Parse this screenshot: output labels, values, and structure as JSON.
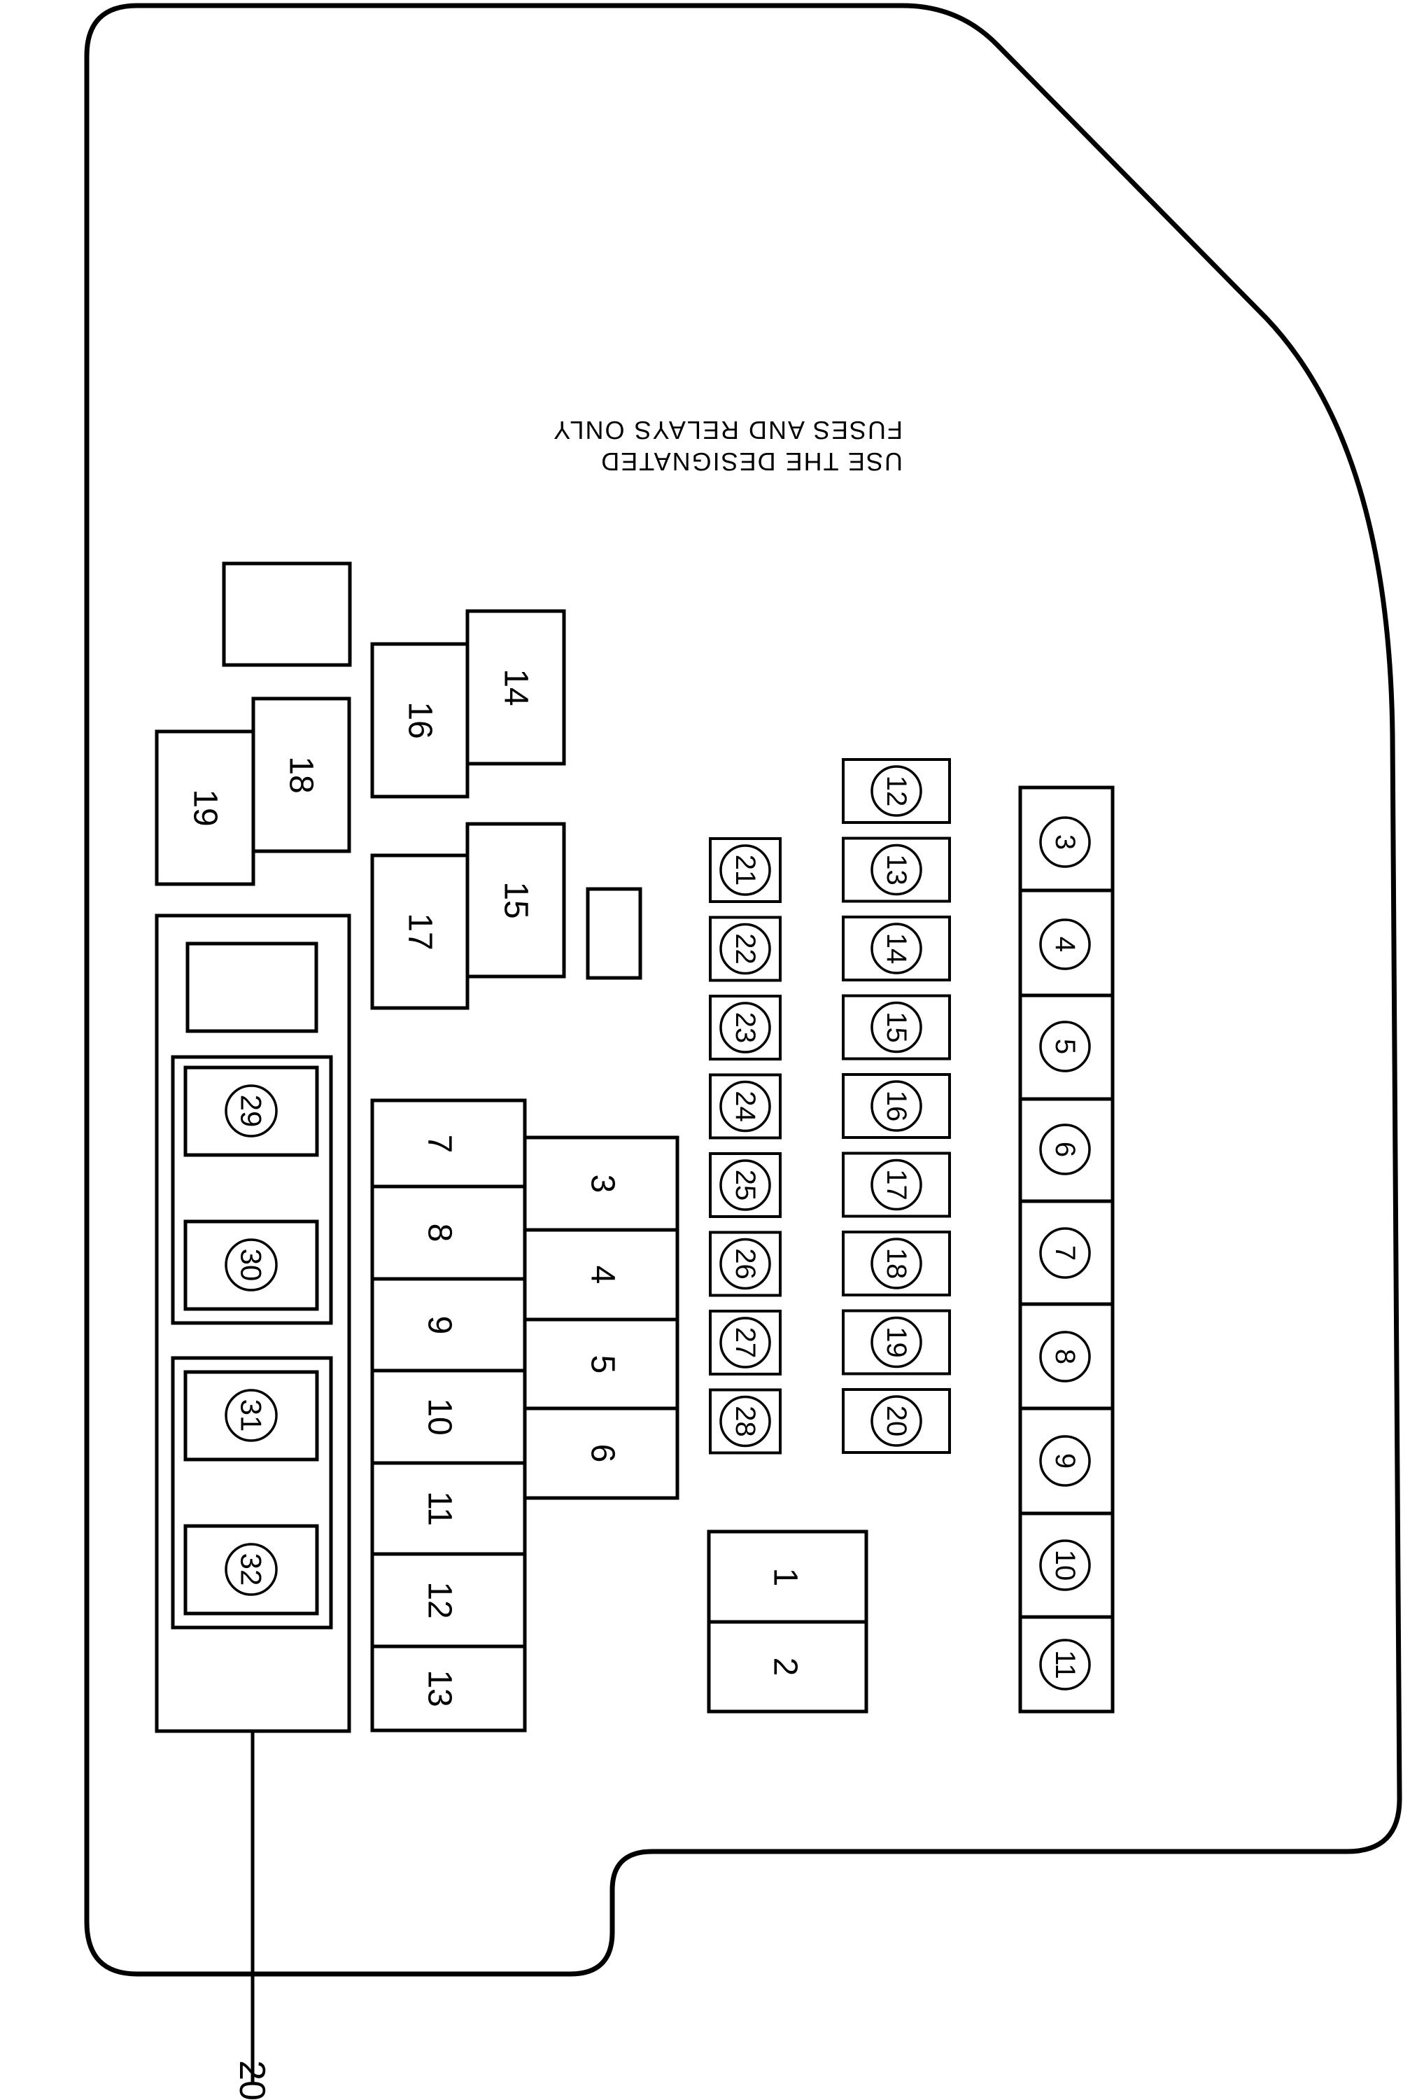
{
  "warning_lines": [
    "USE THE DESIGNATED",
    "FUSES AND RELAYS ONLY"
  ],
  "relays": {
    "r14": "14",
    "r15": "15",
    "r16": "16",
    "r17": "17",
    "r18": "18",
    "r19": "19"
  },
  "fuses_left": [
    "7",
    "8",
    "9",
    "10",
    "11",
    "12",
    "13"
  ],
  "fuses_mid": [
    "3",
    "4",
    "5",
    "6"
  ],
  "main_fuses": [
    "1",
    "2"
  ],
  "mini_col_a": [
    "21",
    "22",
    "23",
    "24",
    "25",
    "26",
    "27",
    "28"
  ],
  "mini_col_b": [
    "12",
    "13",
    "14",
    "15",
    "16",
    "17",
    "18",
    "19",
    "20"
  ],
  "mini_col_c": [
    "3",
    "4",
    "5",
    "6",
    "7",
    "8",
    "9",
    "10",
    "11"
  ],
  "block_fuses": [
    "29",
    "30",
    "31",
    "32"
  ],
  "callout_label": "20"
}
